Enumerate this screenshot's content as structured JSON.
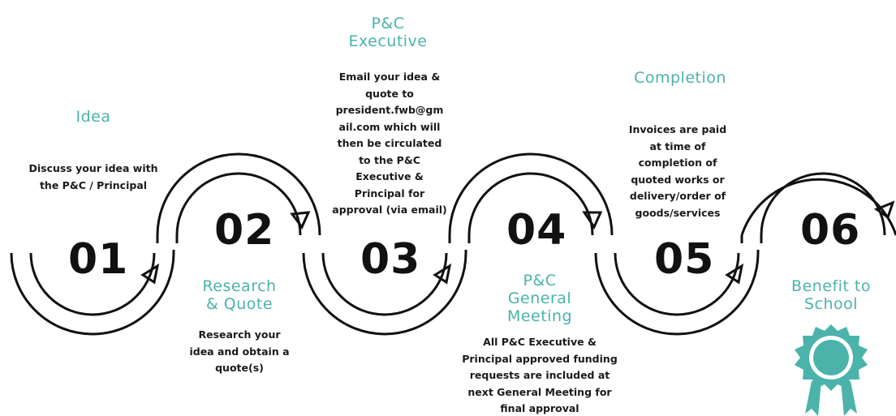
{
  "steps": [
    {
      "number": "01",
      "title": "Idea",
      "description": "Discuss  your idea with\nthe P&C / Principal"
    },
    {
      "number": "02",
      "title": "Research\n& Quote",
      "description": "Research your\nidea and obtain a\nquote(s)"
    },
    {
      "number": "03",
      "title": "P&C\nExecutive",
      "description": "Email your idea &\nquote to\npresident.fwb@gm\nail.com which will\nthen be circulated\nto the P&C\nExecutive &\nPrincipal for\napproval (via email)"
    },
    {
      "number": "04",
      "title": "P&C\nGeneral\nMeeting",
      "description": "All P&C Executive  &\nPrincipal approved funding\nrequests are included at\nnext General Meeting for\nfinal approval"
    },
    {
      "number": "05",
      "title": "Completion",
      "description": "Invoices are paid\nat time of\ncompletion of\nquoted works  or\ndelivery/order of\ngoods/services"
    },
    {
      "number": "06",
      "title": "Benefit to\nSchool",
      "description": ""
    }
  ],
  "badge": {
    "icon": "award-ribbon-icon",
    "color": "#4bb3aa"
  },
  "colors": {
    "accent": "#4bb3aa",
    "line": "#111111",
    "text": "#1a1a1a"
  }
}
